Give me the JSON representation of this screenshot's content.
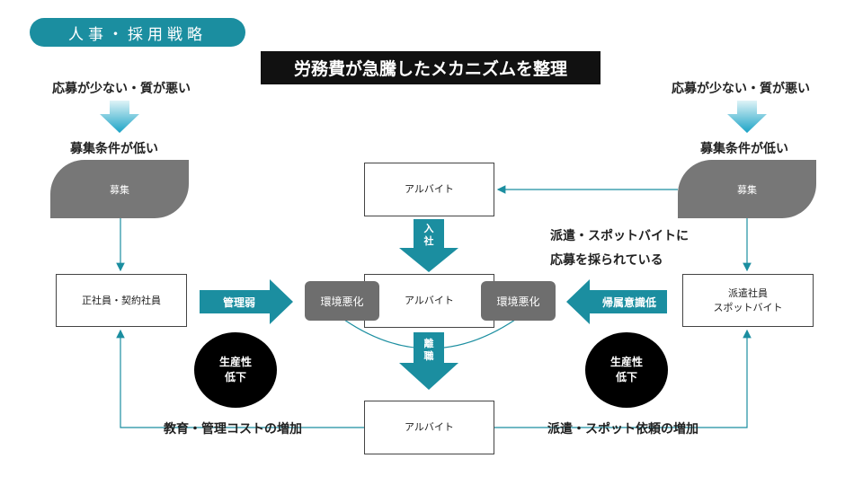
{
  "header": {
    "tag": "人事・採用戦略",
    "title": "労務費が急騰したメカニズムを整理"
  },
  "left": {
    "top_label": "応募が少ない・質が悪い",
    "condition_label": "募集条件が低い",
    "recruit_label": "募集",
    "staff_box": "正社員・契約社員",
    "arrow_label": "管理弱",
    "productivity": [
      "生産性",
      "低下"
    ],
    "cost_label": "教育・管理コストの増加"
  },
  "right": {
    "top_label": "応募が少ない・質が悪い",
    "condition_label": "募集条件が低い",
    "recruit_label": "募集",
    "note_lines": [
      "派遣・スポットバイトに",
      "応募を採られている"
    ],
    "staff_box_lines": [
      "派遣社員",
      "スポットバイト"
    ],
    "arrow_label": "帰属意識低",
    "productivity": [
      "生産性",
      "低下"
    ],
    "cost_label": "派遣・スポット依頼の増加"
  },
  "center": {
    "top_box": "アルバイト",
    "mid_box": "アルバイト",
    "bottom_box": "アルバイト",
    "env_left": "環境悪化",
    "env_right": "環境悪化",
    "join_chars": [
      "入",
      "社"
    ],
    "leave_chars": [
      "離",
      "職"
    ]
  },
  "colors": {
    "teal": "#1b8ea0",
    "gray": "#6e6e6e",
    "black": "#000000"
  }
}
